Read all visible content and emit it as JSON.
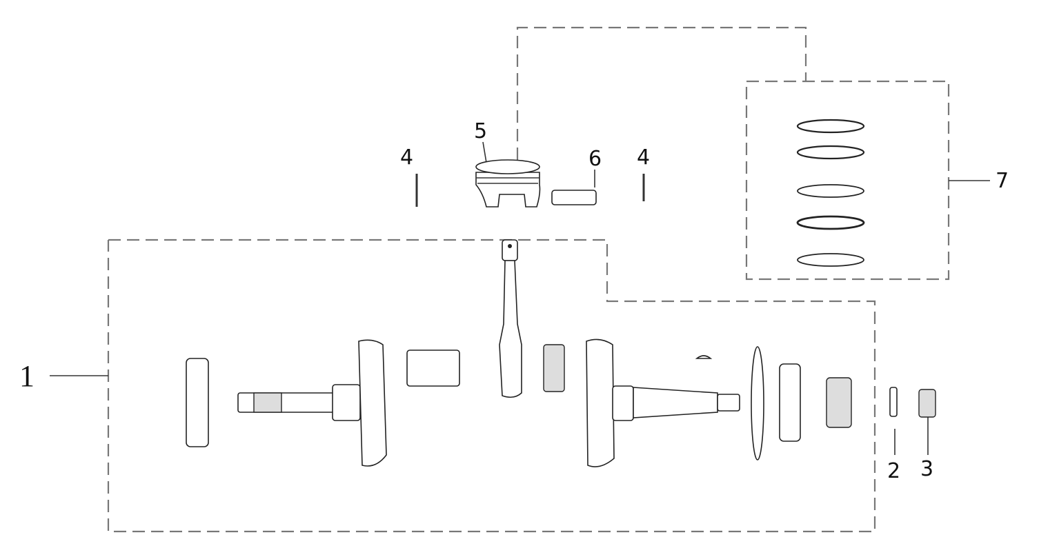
{
  "diagram": {
    "type": "exploded parts diagram",
    "callouts": [
      {
        "id": "1",
        "label": "1"
      },
      {
        "id": "2",
        "label": "2"
      },
      {
        "id": "3",
        "label": "3"
      },
      {
        "id": "4a",
        "label": "4"
      },
      {
        "id": "4b",
        "label": "4"
      },
      {
        "id": "5",
        "label": "5"
      },
      {
        "id": "6",
        "label": "6"
      },
      {
        "id": "7",
        "label": "7"
      }
    ],
    "colors": {
      "line": "#222222",
      "dash": "#777777",
      "background": "#ffffff"
    }
  }
}
